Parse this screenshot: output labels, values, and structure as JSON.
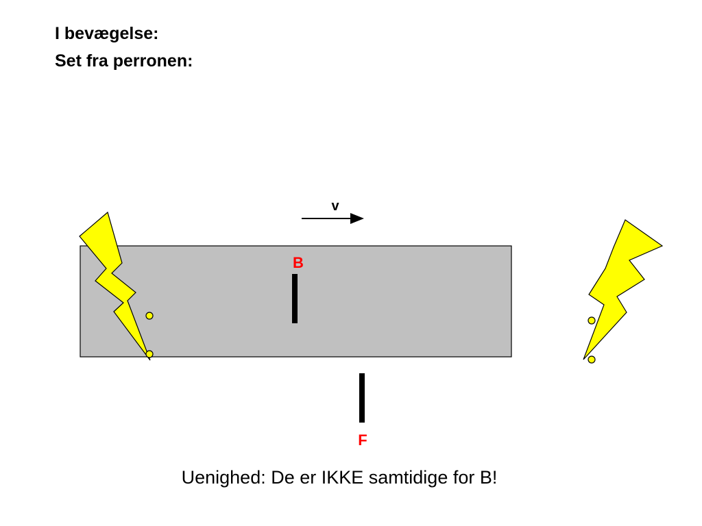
{
  "slide": {
    "title_line_1": "I bevægelse:",
    "title_line_2": "Set fra perronen:",
    "caption": "Uenighed: De er IKKE samtidige for B!"
  },
  "diagram": {
    "velocity_label": "v",
    "observer_on_train": "B",
    "observer_on_platform": "F",
    "colors": {
      "train_fill": "#c0c0c0",
      "lightning_fill": "#ffff00",
      "observer_label": "#ff0000",
      "outline": "#000000"
    },
    "icons": [
      "lightning-bolt-icon",
      "velocity-arrow-icon"
    ]
  }
}
